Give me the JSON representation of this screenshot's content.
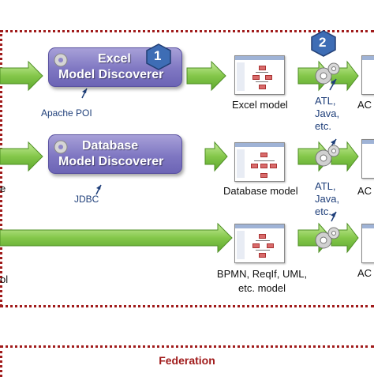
{
  "discoverers": [
    {
      "line1": "Excel",
      "line2": "Model Discoverer",
      "badge": "1",
      "tool": "Apache POI"
    },
    {
      "line1": "Database",
      "line2": "Model Discoverer",
      "tool": "JDBC"
    }
  ],
  "models": [
    "Excel model",
    "Database model",
    "BPMN, ReqIf, UML,|etc. model"
  ],
  "step2_badge": "2",
  "transform_labels": [
    "ATL,|Java,|etc.",
    "ATL,|Java,|etc."
  ],
  "cut_left": [
    "e",
    "ol"
  ],
  "cut_right": [
    "AC",
    "AC",
    "AC"
  ],
  "footer": "Federation",
  "colors": {
    "border": "#a01b1b",
    "arrow": "#7bc043",
    "discoverer": "#7f77c2",
    "badge": "#3e6db5"
  }
}
